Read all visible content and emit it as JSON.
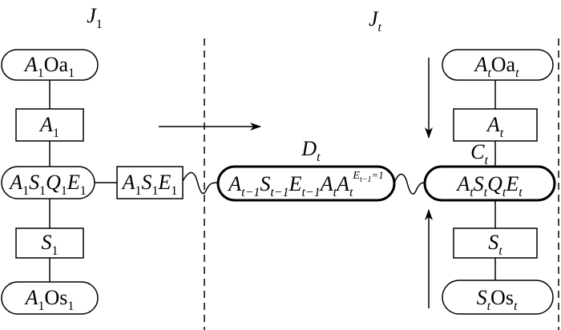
{
  "colors": {
    "stroke": "#000000",
    "background": "#ffffff"
  },
  "labels": {
    "j1": [
      {
        "b": "J",
        "s": "1"
      }
    ],
    "jt": [
      {
        "b": "J",
        "s": "t"
      }
    ],
    "a1oa1": [
      {
        "b": "A",
        "s": "1"
      },
      {
        "b": "Oa",
        "s": "1",
        "up": true
      }
    ],
    "a1box": [
      {
        "b": "A",
        "s": "1"
      }
    ],
    "a1s1q1e1": [
      {
        "b": "A",
        "s": "1"
      },
      {
        "b": "S",
        "s": "1"
      },
      {
        "b": "Q",
        "s": "1"
      },
      {
        "b": "E",
        "s": "1"
      }
    ],
    "s1box": [
      {
        "b": "S",
        "s": "1"
      }
    ],
    "a1os1": [
      {
        "b": "A",
        "s": "1"
      },
      {
        "b": "Os",
        "s": "1",
        "up": true
      }
    ],
    "a1s1e1": [
      {
        "b": "A",
        "s": "1"
      },
      {
        "b": "S",
        "s": "1"
      },
      {
        "b": "E",
        "s": "1"
      }
    ],
    "dt": [
      {
        "b": "D",
        "s": "t"
      }
    ],
    "middle": [
      {
        "b": "A",
        "s": "t−1"
      },
      {
        "b": "S",
        "s": "t−1"
      },
      {
        "b": "E",
        "s": "t−1"
      },
      {
        "b": "A",
        "s": "t"
      },
      {
        "b": "A",
        "s": "t",
        "sup": "E",
        "supsub": "t−1",
        "supend": "=1"
      }
    ],
    "ataat": [
      {
        "b": "A",
        "s": "t"
      },
      {
        "b": "Oa",
        "s": "t",
        "up": true
      }
    ],
    "atbox": [
      {
        "b": "A",
        "s": "t"
      }
    ],
    "ct": [
      {
        "b": "C",
        "s": "t"
      }
    ],
    "atstqtet": [
      {
        "b": "A",
        "s": "t"
      },
      {
        "b": "S",
        "s": "t"
      },
      {
        "b": "Q",
        "s": "t"
      },
      {
        "b": "E",
        "s": "t"
      }
    ],
    "stbox": [
      {
        "b": "S",
        "s": "t"
      }
    ],
    "stost": [
      {
        "b": "S",
        "s": "t"
      },
      {
        "b": "Os",
        "s": "t",
        "up": true
      }
    ]
  }
}
